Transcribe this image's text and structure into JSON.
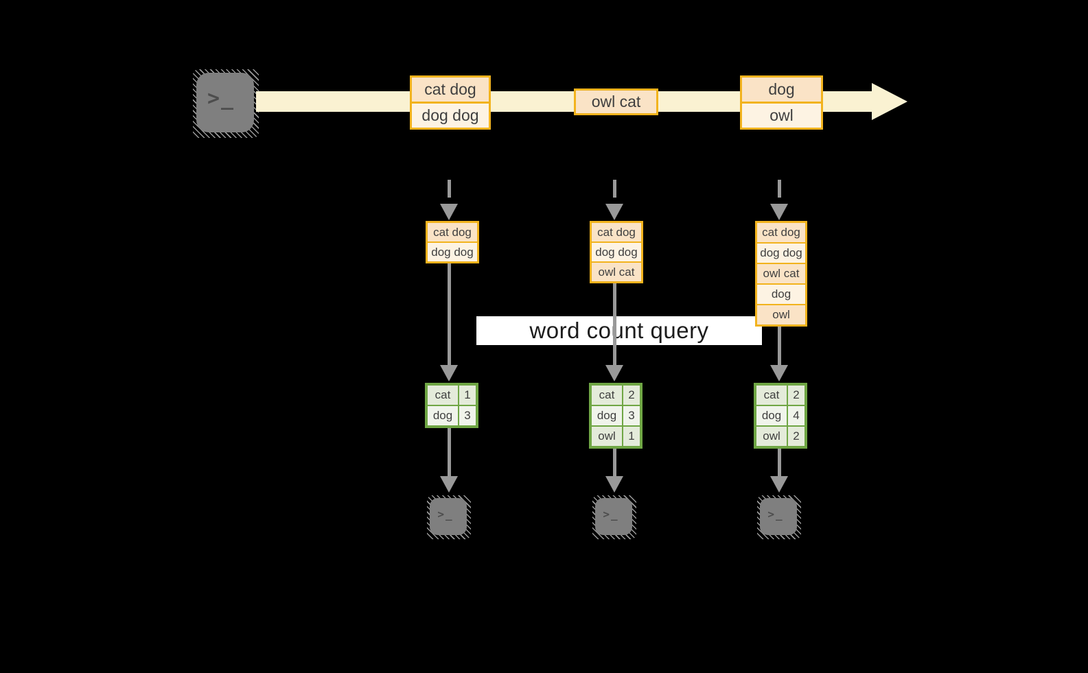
{
  "label": {
    "query": "word count query"
  },
  "icons": {
    "terminal_prompt": ">_"
  },
  "stream": {
    "batches": [
      {
        "records": [
          "cat dog",
          "dog dog"
        ]
      },
      {
        "records": [
          "owl cat"
        ]
      },
      {
        "records": [
          "dog",
          "owl"
        ]
      }
    ]
  },
  "columns": [
    {
      "state": [
        "cat dog",
        "dog dog"
      ],
      "counts": [
        [
          "cat",
          "1"
        ],
        [
          "dog",
          "3"
        ]
      ]
    },
    {
      "state": [
        "cat dog",
        "dog dog",
        "owl cat"
      ],
      "counts": [
        [
          "cat",
          "2"
        ],
        [
          "dog",
          "3"
        ],
        [
          "owl",
          "1"
        ]
      ]
    },
    {
      "state": [
        "cat dog",
        "dog dog",
        "owl cat",
        "dog",
        "owl"
      ],
      "counts": [
        [
          "cat",
          "2"
        ],
        [
          "dog",
          "4"
        ],
        [
          "owl",
          "2"
        ]
      ]
    }
  ],
  "colors": {
    "background": "#000000",
    "stream_fill": "#FAF2D2",
    "record_border": "#F2B31D",
    "record_fill_dark": "#FAE3C6",
    "record_fill_light": "#FDF3E3",
    "table_border": "#6FA644",
    "table_fill_dark": "#E4EBDA",
    "table_fill_light": "#F0F4EB",
    "arrow_gray": "#999999",
    "terminal_gray": "#7F7F7F",
    "text": "#3F3F3F"
  }
}
